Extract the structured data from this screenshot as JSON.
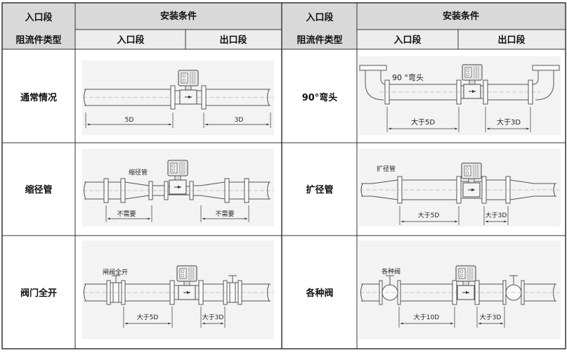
{
  "header": {
    "left_col_title_1": "入口段",
    "left_col_title_2": "阻流件类型",
    "install_conditions": "安装条件",
    "inlet": "入口段",
    "outlet": "出口段",
    "right_col_title_1": "入口段",
    "right_col_title_2": "阻流件类型",
    "install_conditions_r": "安装条件",
    "inlet_r": "入口段",
    "outlet_r": "出口段"
  },
  "rows": [
    {
      "left": {
        "label": "通常情况",
        "dim_left": "5D",
        "dim_right": "3D",
        "annotation": ""
      },
      "right": {
        "label": "90°弯头",
        "dim_left": "大于5D",
        "dim_right": "大于3D",
        "annotation": "90 °弯头"
      }
    },
    {
      "left": {
        "label": "缩径管",
        "dim_left": "不需要",
        "dim_right": "不需要",
        "annotation": "缩径管"
      },
      "right": {
        "label": "扩径管",
        "dim_left": "大于5D",
        "dim_right": "大于3D",
        "annotation": "扩径管"
      }
    },
    {
      "left": {
        "label": "阀门全开",
        "dim_left": "大于5D",
        "dim_right": "大于3D",
        "annotation": "闸阀全开"
      },
      "right": {
        "label": "各种阀",
        "dim_left": "大于10D",
        "dim_right": "大于3D",
        "annotation": "各种阀"
      }
    }
  ],
  "colors": {
    "header_bg": "#d9d9d9",
    "diagram_bg": "#f3f3f3",
    "border": "#333333",
    "pipe": "#555555"
  }
}
